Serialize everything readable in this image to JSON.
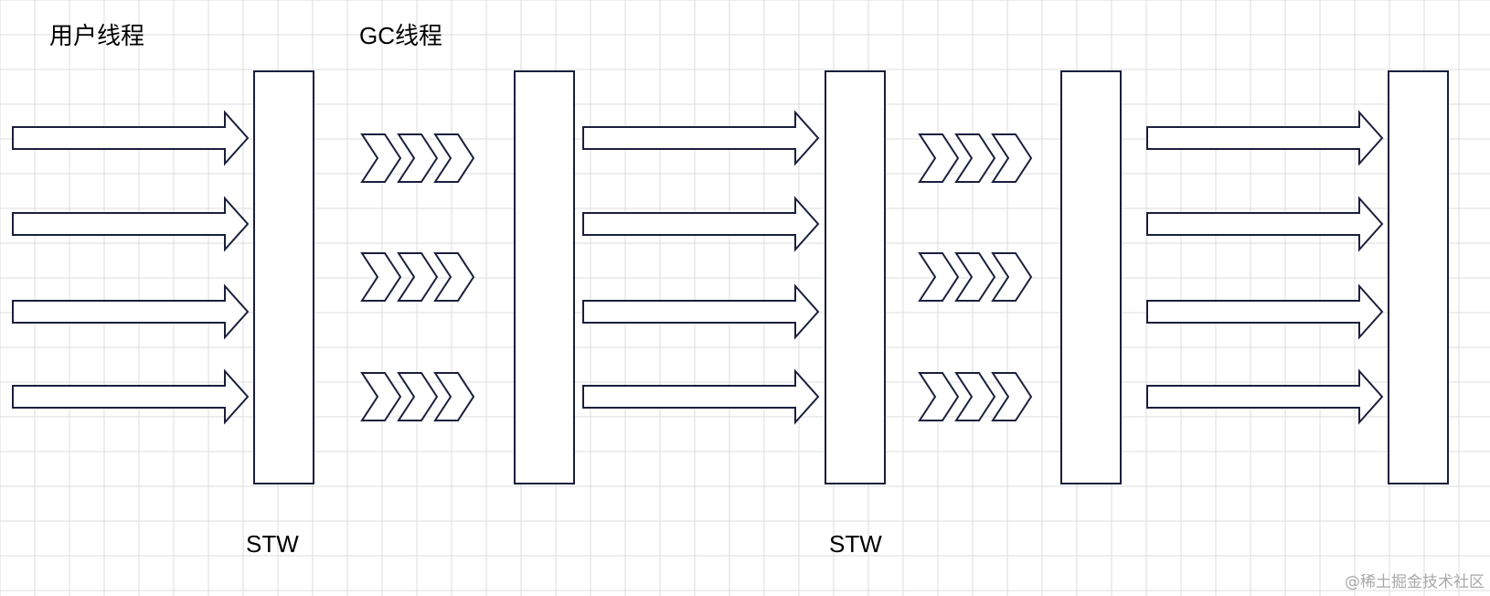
{
  "labels": {
    "user_threads": "用户线程",
    "gc_threads": "GC线程",
    "stw_first": "STW",
    "stw_second": "STW"
  },
  "watermark": "@稀土掘金技术社区",
  "colors": {
    "background": "#ffffff",
    "grid": "#dcdcdc",
    "stroke": "#1a1f3d",
    "shape_fill": "#ffffff",
    "watermark": "#a8a8a8"
  }
}
